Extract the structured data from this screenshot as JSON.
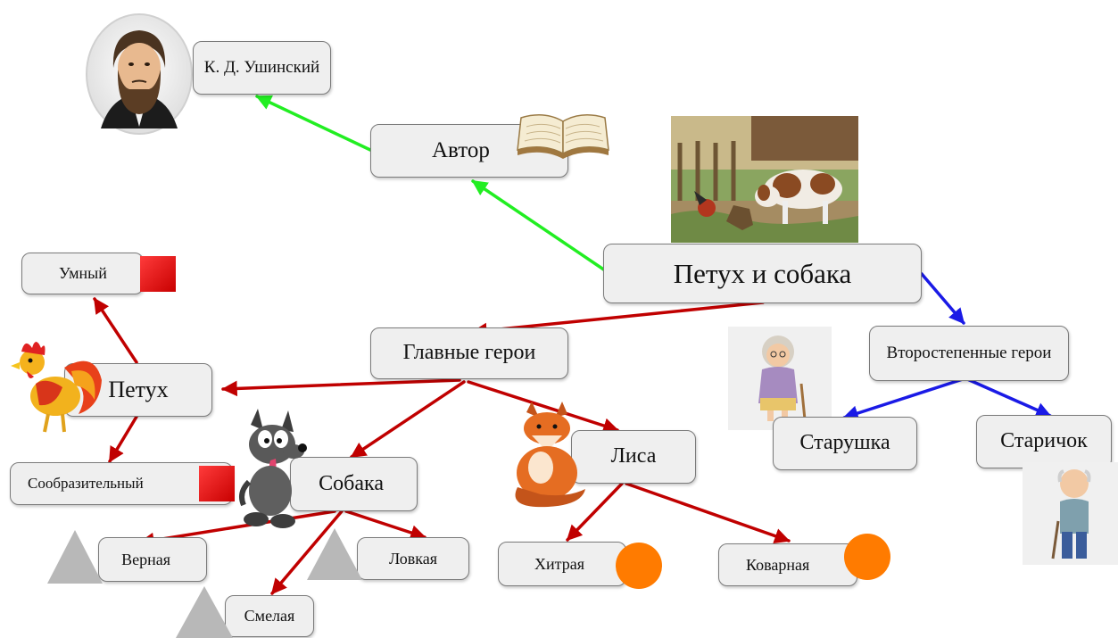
{
  "root": {
    "label": "Петух и собака"
  },
  "author_node": {
    "label": "Автор"
  },
  "author_name": {
    "label": "К. Д. Ушинский"
  },
  "main_heroes": {
    "label": "Главные герои"
  },
  "secondary_heroes": {
    "label": "Второстепенные герои"
  },
  "rooster": {
    "label": "Петух"
  },
  "rooster_traits": [
    "Умный",
    "Сообразительный"
  ],
  "dog": {
    "label": "Собака"
  },
  "dog_traits": [
    "Верная",
    "Смелая",
    "Ловкая"
  ],
  "fox": {
    "label": "Лиса"
  },
  "fox_traits": [
    "Хитрая",
    "Коварная"
  ],
  "old_woman": {
    "label": "Старушка"
  },
  "old_man": {
    "label": "Старичок"
  },
  "colors": {
    "author_arrows": "#22ee22",
    "main_arrows": "#c00000",
    "secondary_arrows": "#1a1ae6",
    "positive_marker": "#e00000",
    "fox_marker": "#ff7b00",
    "dog_marker": "#b8b8b8"
  },
  "icons": [
    "portrait-icon",
    "book-icon",
    "illustration-icon",
    "rooster-icon",
    "dog-icon",
    "fox-icon",
    "grandma-icon",
    "grandpa-icon"
  ]
}
